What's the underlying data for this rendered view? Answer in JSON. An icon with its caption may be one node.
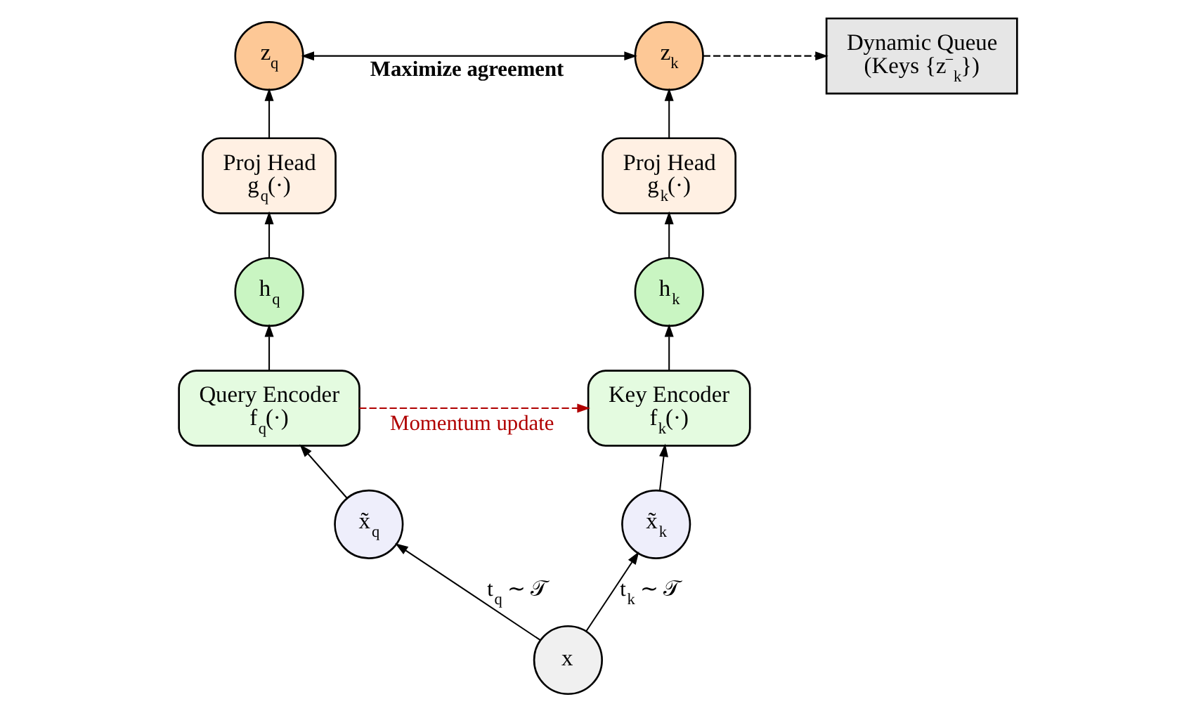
{
  "diagram": {
    "nodes": [
      {
        "text": [
          "z$_{q}$"
        ]
      },
      {
        "text": [
          "z$_{k}$"
        ]
      },
      {
        "text": [
          "Dynamic Queue",
          "(Keys {z$^{−}$$_{k}$})"
        ]
      },
      {
        "text": [
          "Proj Head",
          "g$_{q}$(·)"
        ]
      },
      {
        "text": [
          "Proj Head",
          "g$_{k}$(·)"
        ]
      },
      {
        "text": [
          "h$_{q}$"
        ]
      },
      {
        "text": [
          "h$_{k}$"
        ]
      },
      {
        "text": [
          "Query Encoder",
          "f$_{q}$(·)"
        ]
      },
      {
        "text": [
          "x"
        ]
      },
      {
        "text": [
          "Key Encoder",
          "f$_{k}$(·)"
        ]
      },
      {
        "text": [
          "x̃$_{q}$"
        ]
      },
      {
        "text": [
          "x̃$_{k}$"
        ]
      }
    ],
    "edges": [
      {
        "from": 0,
        "to": 1,
        "arrow": "both",
        "label": "**Maximize agreement**"
      },
      {
        "from": 1,
        "to": 2,
        "arrow": "to",
        "style": "dashed"
      },
      {
        "from": 3,
        "to": 0,
        "arrow": "to"
      },
      {
        "from": 4,
        "to": 1,
        "arrow": "to"
      },
      {
        "from": 5,
        "to": 3,
        "arrow": "to"
      },
      {
        "from": 6,
        "to": 4,
        "arrow": "to"
      },
      {
        "from": 7,
        "to": 5,
        "arrow": "to"
      },
      {
        "from": 9,
        "to": 6,
        "arrow": "to"
      },
      {
        "from": 7,
        "to": 9,
        "arrow": "to",
        "style": "dashed",
        "color": "#b00000",
        "label": "Momentum update"
      },
      {
        "from": 8,
        "to": 10,
        "arrow": "to",
        "label": "t$_{q}$ ∼ 𝒯"
      },
      {
        "from": 8,
        "to": 11,
        "arrow": "to",
        "label": "t$_{k}$ ∼ 𝒯"
      },
      {
        "from": 10,
        "to": 7,
        "arrow": "to"
      },
      {
        "from": 11,
        "to": 9,
        "arrow": "to"
      }
    ]
  }
}
